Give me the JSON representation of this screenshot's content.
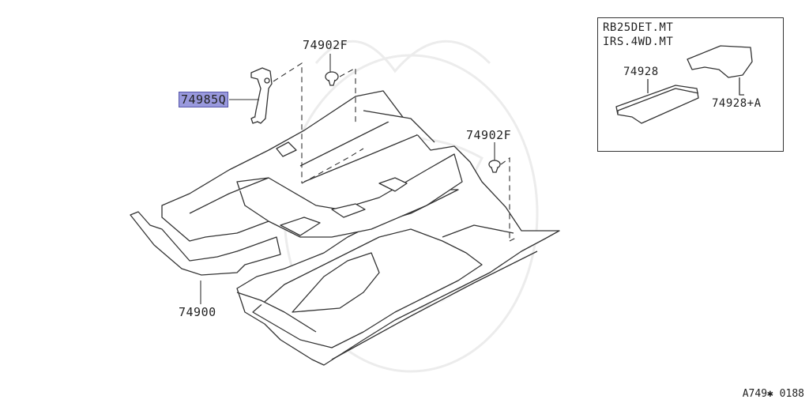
{
  "variant_box": {
    "line1": "RB25DET.MT",
    "line2": "IRS.4WD.MT",
    "part_a": "74928",
    "part_b": "74928+A"
  },
  "callouts": {
    "bracket": "74985Q",
    "clip_top": "74902F",
    "clip_right": "74902F",
    "carpet": "74900"
  },
  "footer": {
    "code": "A749✱ 0188"
  },
  "colors": {
    "line": "#333333",
    "highlight": "#9999dd"
  }
}
